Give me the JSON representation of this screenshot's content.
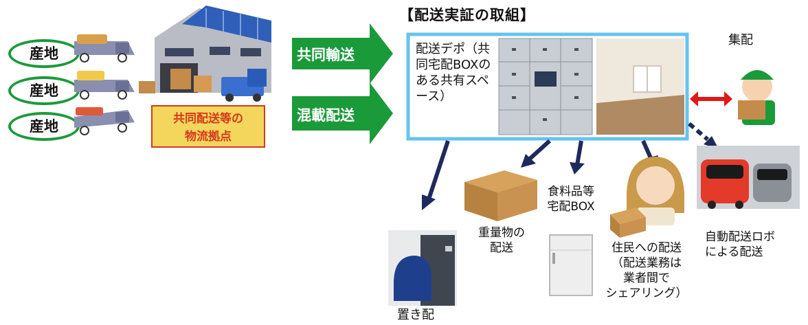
{
  "producers": [
    {
      "label": "産地"
    },
    {
      "label": "産地"
    },
    {
      "label": "産地"
    }
  ],
  "hub": {
    "line1": "共同配送等の",
    "line2": "物流拠点"
  },
  "flows": [
    {
      "label": "共同輸送"
    },
    {
      "label": "混載配送"
    }
  ],
  "title": "【配送実証の取組】",
  "depot": {
    "text": "配送デポ（共同宅配BOXのある共有スペース）"
  },
  "outputs": {
    "pickup": "集配",
    "okihai": "置き配",
    "heavy_line1": "重量物の",
    "heavy_line2": "配送",
    "food_line1": "食料品等",
    "food_line2": "宅配BOX",
    "resident_line1": "住民への配送",
    "resident_line2": "（配送業務は",
    "resident_line3": "業者間で",
    "resident_line4": "シェアリング）",
    "robot_line1": "自動配送ロボ",
    "robot_line2": "による配送"
  },
  "colors": {
    "green": "#1b9a3a",
    "navy": "#1f2a5c",
    "depot_border": "#66c3ee",
    "hub_fill": "#f4d65c",
    "hub_text": "#d43a1c",
    "red_arrow": "#e01818"
  }
}
